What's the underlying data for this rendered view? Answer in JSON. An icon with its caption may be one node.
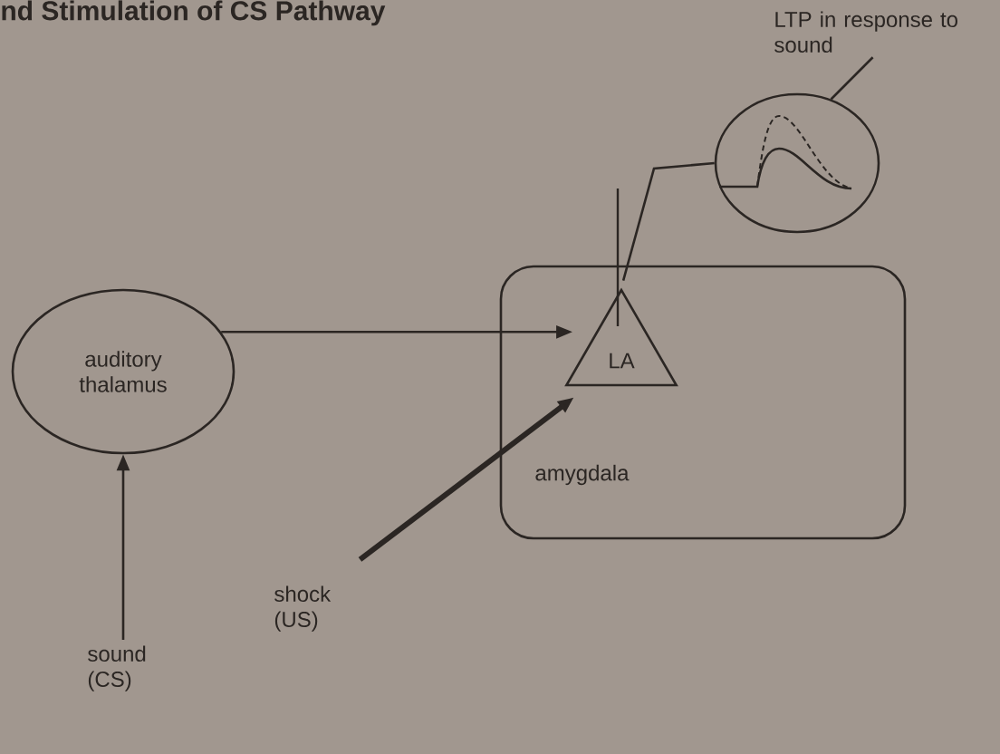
{
  "diagram": {
    "title": "nd Stimulation of CS Pathway",
    "nodes": [
      {
        "text": [
          "LTP in response to sound"
        ]
      },
      {
        "text": [],
        "shape": "circle"
      },
      {
        "text": [
          "auditory thalamus"
        ]
      },
      {
        "text": [
          "amygdala"
        ]
      },
      {
        "text": [
          "LA"
        ],
        "in": 3
      },
      {
        "text": [
          "shock (US)"
        ]
      },
      {
        "text": [
          "sound (CS)"
        ]
      }
    ],
    "edges": [
      {
        "from": 0,
        "to": 1,
        "arrow": "none"
      },
      {
        "from": 1,
        "to": 4,
        "arrow": "none"
      },
      {
        "from": 2,
        "to": 4,
        "arrow": "to"
      },
      {
        "from": 5,
        "to": 4,
        "arrow": "to",
        "style": "thick"
      },
      {
        "from": 6,
        "to": 2,
        "arrow": "to"
      }
    ]
  }
}
